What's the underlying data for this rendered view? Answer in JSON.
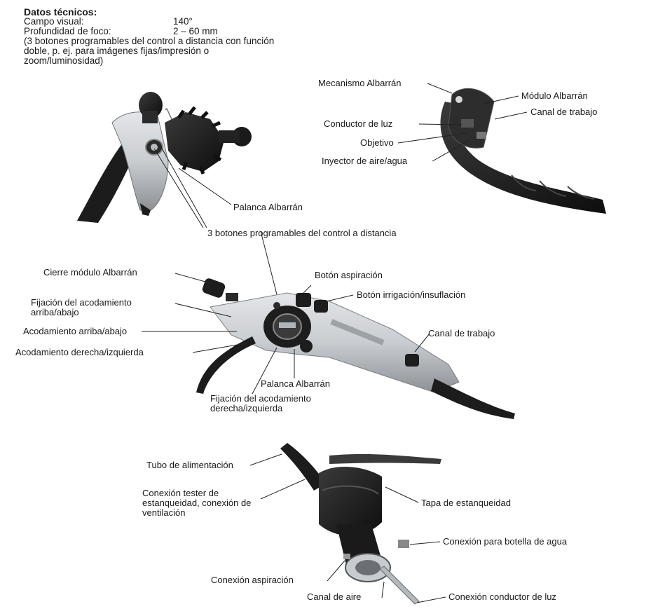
{
  "specs": {
    "title": "Datos técnicos:",
    "rows": [
      {
        "label": "Campo visual:",
        "value": "140°"
      },
      {
        "label": "Profundidad de foco:",
        "value": "2 – 60 mm"
      }
    ],
    "note": "(3 botones programables del control a distancia con función doble, p. ej. para imágenes fijas/impresión o zoom/luminosidad)"
  },
  "labels": {
    "palanca_top": "Palanca Albarrán",
    "tres_botones": "3 botones programables del control a distancia",
    "mecanismo": "Mecanismo Albarrán",
    "modulo": "Módulo Albarrán",
    "canal_trabajo_tip": "Canal de trabajo",
    "conductor_luz": "Conductor de luz",
    "objetivo": "Objetivo",
    "inyector": "Inyector de aire/agua",
    "cierre_modulo": "Cierre módulo Albarrán",
    "fijacion_arriba": "Fijación del acodamiento arriba/abajo",
    "acod_arriba": "Acodamiento arriba/abajo",
    "acod_derecha": "Acodamiento derecha/izquierda",
    "boton_aspiracion": "Botón aspiración",
    "boton_irrigacion": "Botón irrigación/insuflación",
    "canal_trabajo_body": "Canal de trabajo",
    "palanca_body": "Palanca Albarrán",
    "fijacion_derecha": "Fijación del acodamiento derecha/izquierda",
    "tubo": "Tubo de alimentación",
    "conexion_tester": "Conexión tester de estanqueidad, conexión de ventilación",
    "tapa": "Tapa de estanqueidad",
    "conexion_botella": "Conexión para botella de agua",
    "conexion_aspiracion": "Conexión aspiración",
    "canal_aire": "Canal de aire",
    "conexion_luz": "Conexión conductor de luz"
  },
  "colors": {
    "scope_black": "#1c1c1c",
    "body_silver": "#c9ccd0",
    "body_shadow": "#8d9196",
    "leader": "#222222"
  },
  "icons": {
    "handle_top": "endoscope-handle-illustration",
    "tip": "endoscope-distal-tip-illustration",
    "body": "endoscope-control-body-illustration",
    "connector": "light-guide-connector-illustration"
  }
}
